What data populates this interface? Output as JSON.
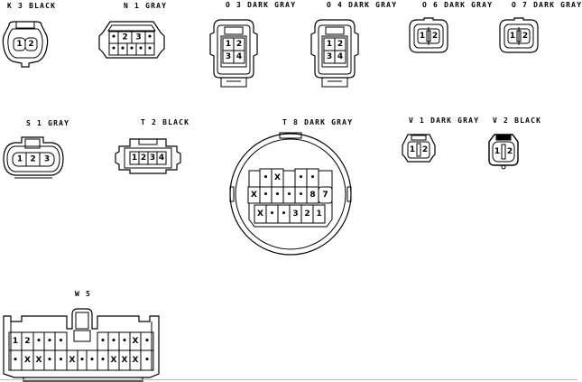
{
  "connectors": [
    {
      "id": "K3",
      "label": "K 3 BLACK",
      "pins": [
        "1",
        "2"
      ]
    },
    {
      "id": "N1",
      "label": "N 1 GRAY",
      "pins_top": [
        "•",
        "2",
        "3",
        "•"
      ],
      "pins_bottom": [
        "•",
        "•",
        "•",
        "•",
        "•"
      ]
    },
    {
      "id": "O3",
      "label": "O 3 DARK GRAY",
      "pins": [
        "1",
        "2",
        "3",
        "4"
      ]
    },
    {
      "id": "O4",
      "label": "O 4 DARK GRAY",
      "pins": [
        "1",
        "2",
        "3",
        "4"
      ]
    },
    {
      "id": "O6",
      "label": "O 6 DARK GRAY",
      "pins": [
        "1",
        "2"
      ]
    },
    {
      "id": "O7",
      "label": "O 7 DARK GRAY",
      "pins": [
        "1",
        "2"
      ]
    },
    {
      "id": "S1",
      "label": "S 1 GRAY",
      "pins": [
        "1",
        "2",
        "3"
      ]
    },
    {
      "id": "T2",
      "label": "T 2 BLACK",
      "pins": [
        "1",
        "2",
        "3",
        "4"
      ]
    },
    {
      "id": "T8",
      "label": "T 8 DARK GRAY",
      "row1": [
        "•",
        "X",
        "",
        "•",
        "•"
      ],
      "row2": [
        "X",
        "•",
        "•",
        "•",
        "•",
        "8",
        "7"
      ],
      "row3": [
        "X",
        "•",
        "•",
        "3",
        "2",
        "1"
      ]
    },
    {
      "id": "V1",
      "label": "V 1 DARK GRAY",
      "pins": [
        "1",
        "2"
      ]
    },
    {
      "id": "V2",
      "label": "V 2 BLACK",
      "pins": [
        "1",
        "2"
      ]
    },
    {
      "id": "W5",
      "label": "W 5",
      "row_top_left": [
        "1",
        "2",
        "•",
        "•",
        "•"
      ],
      "row_top_right": [
        "•",
        "•",
        "•",
        "X",
        "•"
      ],
      "row_bottom": [
        "•",
        "X",
        "X",
        "•",
        "•",
        "X",
        "•",
        "•",
        "•",
        "X",
        "X",
        "X",
        "•"
      ]
    }
  ]
}
